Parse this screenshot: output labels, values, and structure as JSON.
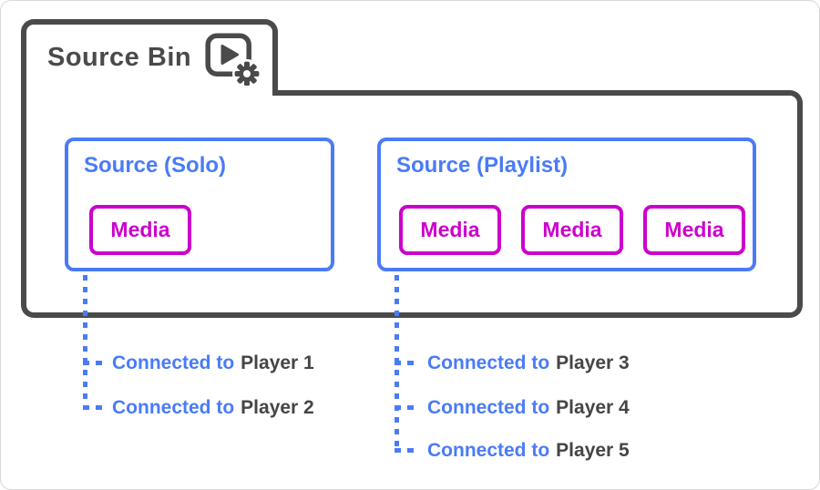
{
  "theme": {
    "dark": "#4a4a4a",
    "blue": "#4a7bf7",
    "magenta": "#cc00cc",
    "background": "#ffffff"
  },
  "bin": {
    "title": "Source Bin",
    "icon": "media-player-gear-icon"
  },
  "sources": [
    {
      "label": "Source (Solo)",
      "media_items": [
        "Media"
      ],
      "connections": [
        {
          "prefix": "Connected to",
          "player": "Player 1"
        },
        {
          "prefix": "Connected to",
          "player": "Player 2"
        }
      ]
    },
    {
      "label": "Source (Playlist)",
      "media_items": [
        "Media",
        "Media",
        "Media"
      ],
      "connections": [
        {
          "prefix": "Connected to",
          "player": "Player 3"
        },
        {
          "prefix": "Connected to",
          "player": "Player 4"
        },
        {
          "prefix": "Connected to",
          "player": "Player 5"
        }
      ]
    }
  ]
}
